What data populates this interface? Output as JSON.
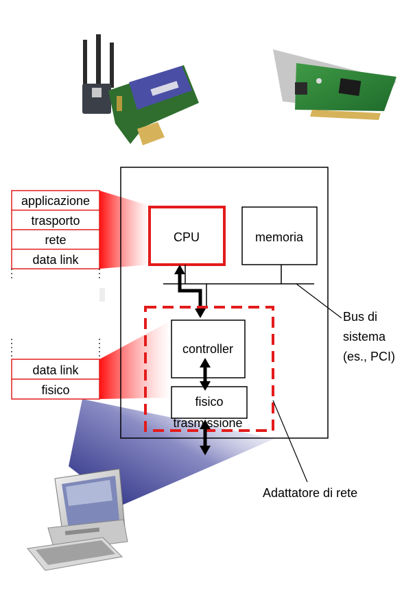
{
  "left_stack_top": [
    "applicazione",
    "trasporto",
    "rete",
    "data link"
  ],
  "left_stack_bottom": [
    "data link",
    "fisico"
  ],
  "host": {
    "cpu_label": "CPU",
    "memory_label": "memoria",
    "controller_label": "controller",
    "physical_label": "fisico",
    "transmission_label": "trasmissione"
  },
  "bus_label": [
    "Bus di",
    "sistema",
    "(es., PCI)"
  ],
  "adapter_label": "Adattatore di rete",
  "colors": {
    "highlight_red": "#e31b1b",
    "beam_blue": "#2a2d8c",
    "line": "#000000"
  },
  "icons": [
    "wireless-network-card-icon",
    "ethernet-network-card-icon",
    "desktop-computer-icon"
  ]
}
